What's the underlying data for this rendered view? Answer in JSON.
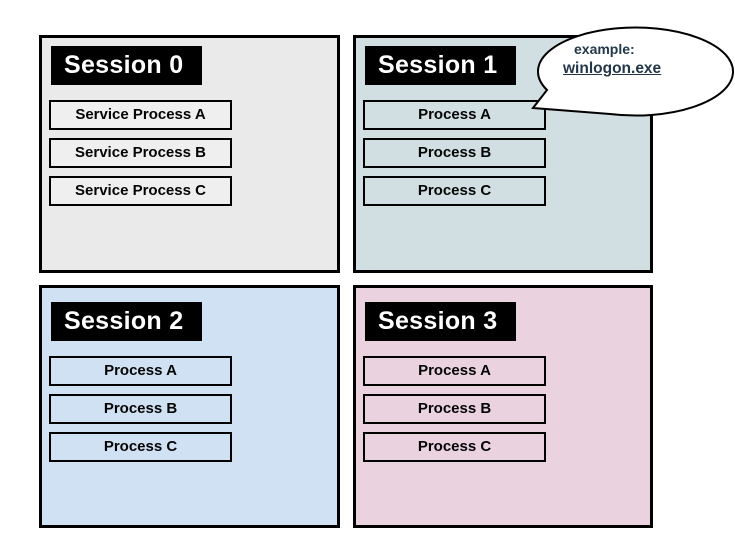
{
  "page": {
    "background": "#ffffff",
    "border_color": "#000000"
  },
  "sessions": [
    {
      "title": "Session 0",
      "bg": "#eaeaea",
      "box_bg": "#efefef",
      "header_bg": "#000000",
      "header_text_color": "#ffffff",
      "processes": [
        "Service Process A",
        "Service Process B",
        "Service Process C"
      ]
    },
    {
      "title": "Session 1",
      "bg": "#d1dee2",
      "box_bg": "#d1dee2",
      "header_bg": "#000000",
      "header_text_color": "#ffffff",
      "processes": [
        "Process A",
        "Process B",
        "Process C"
      ]
    },
    {
      "title": "Session 2",
      "bg": "#cfe1f3",
      "box_bg": "#cfe1f3",
      "header_bg": "#000000",
      "header_text_color": "#ffffff",
      "processes": [
        "Process A",
        "Process B",
        "Process C"
      ]
    },
    {
      "title": "Session 3",
      "bg": "#ead3de",
      "box_bg": "#ead3de",
      "header_bg": "#000000",
      "header_text_color": "#ffffff",
      "processes": [
        "Process A",
        "Process B",
        "Process C"
      ]
    }
  ],
  "bubble": {
    "line1": "example:",
    "line2": "winlogon.exe",
    "fill": "#ffffff",
    "stroke": "#000000",
    "text_color": "#22384a"
  }
}
